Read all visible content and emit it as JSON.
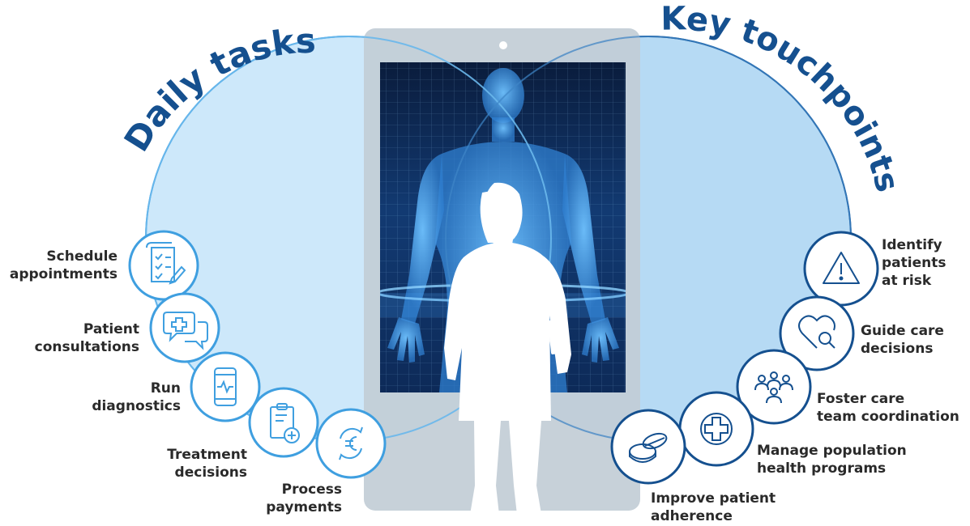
{
  "daily": {
    "title": "Daily tasks",
    "items": [
      {
        "line1": "Schedule",
        "line2": "appointments",
        "icon": "checklist-icon"
      },
      {
        "line1": "Patient",
        "line2": "consultations",
        "icon": "chat-cross-icon"
      },
      {
        "line1": "Run",
        "line2": "diagnostics",
        "icon": "phone-pulse-icon"
      },
      {
        "line1": "Treatment",
        "line2": "decisions",
        "icon": "clipboard-plus-icon"
      },
      {
        "line1": "Process",
        "line2": "payments",
        "icon": "euro-cycle-icon"
      }
    ]
  },
  "touch": {
    "title": "Key touchpoints",
    "items": [
      {
        "line1": "Identify",
        "line2": "patients",
        "line3": "at risk",
        "icon": "warning-icon"
      },
      {
        "line1": "Guide care",
        "line2": "decisions",
        "icon": "heart-search-icon"
      },
      {
        "line1": "Foster care",
        "line2": "team coordination",
        "icon": "team-icon"
      },
      {
        "line1": "Manage population",
        "line2": "health programs",
        "icon": "medical-cross-icon"
      },
      {
        "line1": "Improve patient",
        "line2": "adherence",
        "icon": "pills-icon"
      }
    ]
  },
  "colors": {
    "dark_blue": "#15508f",
    "mid_blue": "#3f9fe0",
    "light_blue": "#cbe7f9",
    "right_fill": "#a9d4f2",
    "tablet": "#c2cdd6"
  }
}
